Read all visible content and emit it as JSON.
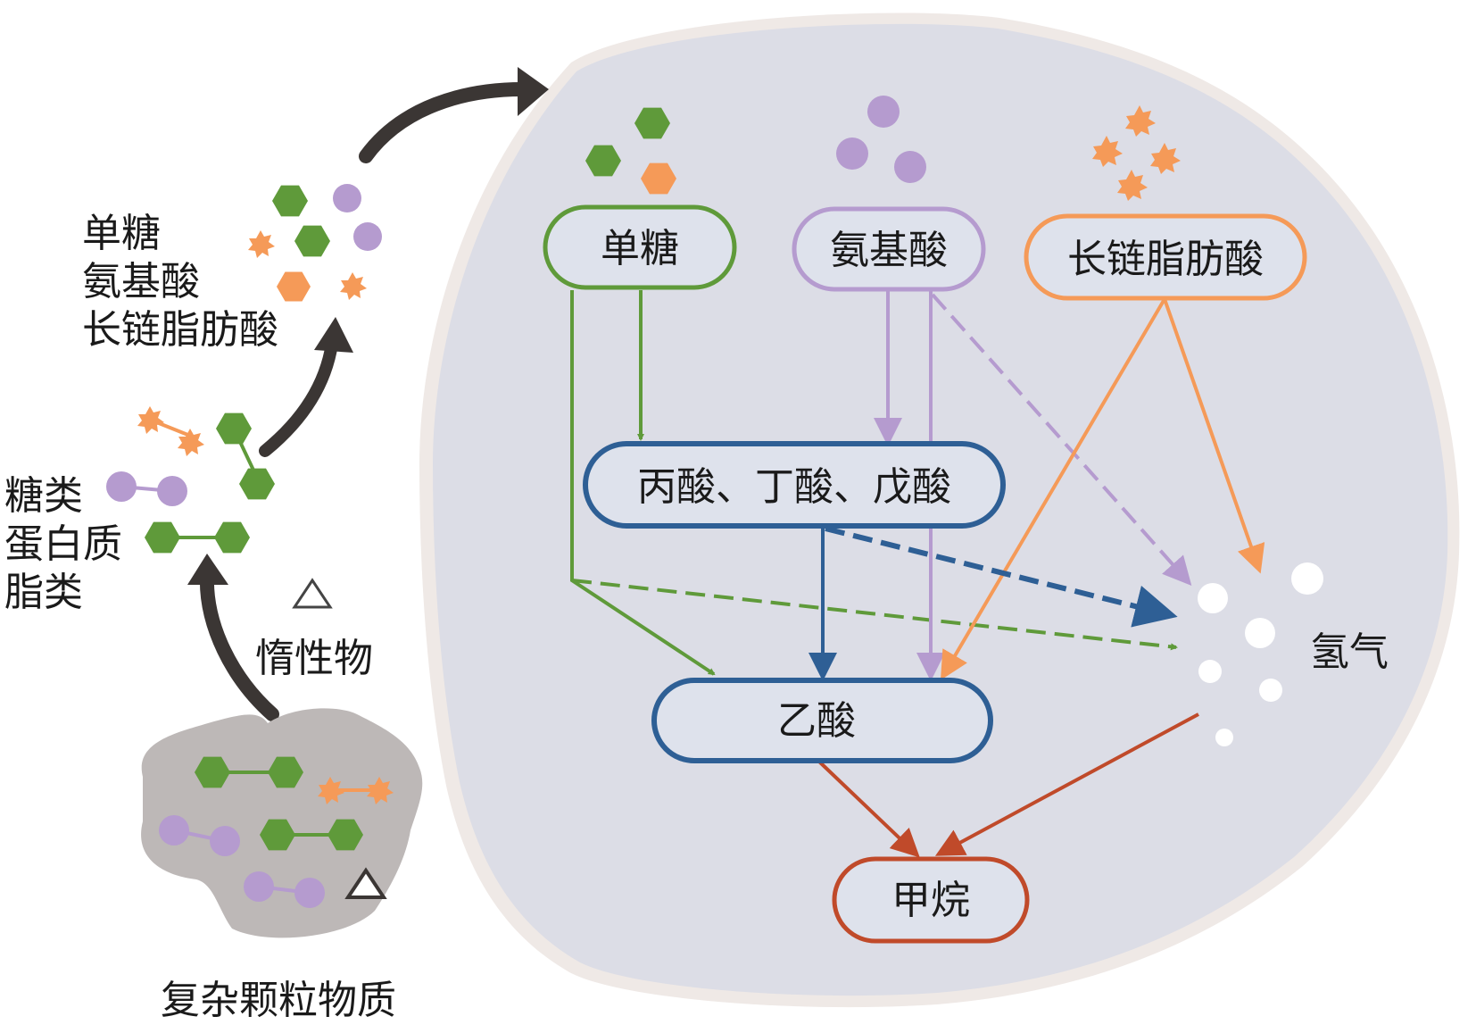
{
  "colors": {
    "green": "#5f9a3a",
    "purple": "#b59bcf",
    "orange": "#f59a58",
    "blue": "#2e5f95",
    "red": "#c04a2a",
    "dark_arrow": "#3b3634",
    "cell_fill": "#dcdde6",
    "cell_edge": "#efe9e6",
    "particle_fill": "#bdb8b7"
  },
  "left_panel": {
    "monomers_label": [
      "单糖",
      "氨基酸",
      "长链脂肪酸"
    ],
    "polymers_label": [
      "糖类",
      "蛋白质",
      "脂类"
    ],
    "inert_label": "惰性物",
    "particle_label": "复杂颗粒物质"
  },
  "nodes": {
    "monosaccharide": "单糖",
    "amino_acid": "氨基酸",
    "lcfa": "长链脂肪酸",
    "vfa": "丙酸、丁酸、戊酸",
    "acetate": "乙酸",
    "hydrogen": "氢气",
    "methane": "甲烷"
  },
  "edges": [
    {
      "from": "单糖",
      "to": "丙酸、丁酸、戊酸",
      "style": "solid",
      "color": "green"
    },
    {
      "from": "单糖",
      "to": "乙酸",
      "style": "solid",
      "color": "green"
    },
    {
      "from": "单糖",
      "to": "氢气",
      "style": "dashed",
      "color": "green"
    },
    {
      "from": "氨基酸",
      "to": "丙酸、丁酸、戊酸",
      "style": "solid",
      "color": "purple"
    },
    {
      "from": "氨基酸",
      "to": "乙酸",
      "style": "solid",
      "color": "purple"
    },
    {
      "from": "氨基酸",
      "to": "氢气",
      "style": "dashed",
      "color": "purple"
    },
    {
      "from": "长链脂肪酸",
      "to": "乙酸",
      "style": "solid",
      "color": "orange"
    },
    {
      "from": "长链脂肪酸",
      "to": "氢气",
      "style": "solid",
      "color": "orange"
    },
    {
      "from": "丙酸、丁酸、戊酸",
      "to": "乙酸",
      "style": "solid",
      "color": "blue"
    },
    {
      "from": "丙酸、丁酸、戊酸",
      "to": "氢气",
      "style": "dashed",
      "color": "blue"
    },
    {
      "from": "乙酸",
      "to": "甲烷",
      "style": "solid",
      "color": "red"
    },
    {
      "from": "氢气",
      "to": "甲烷",
      "style": "solid",
      "color": "red"
    }
  ]
}
